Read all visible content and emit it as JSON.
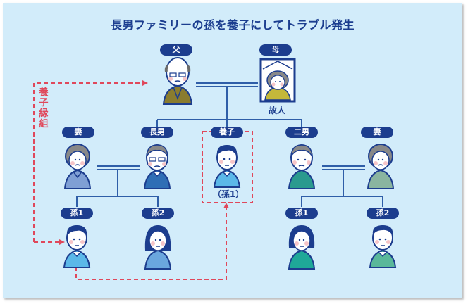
{
  "title": "長男ファミリーの孫を養子にしてトラブル発生",
  "annotation": {
    "adoption_label": "養子縁組"
  },
  "colors": {
    "background": "#d2ecfa",
    "navy": "#1c3d8e",
    "adoption_red": "#e0485b",
    "line": "#2f5ea8"
  },
  "people": {
    "father": {
      "role": "父",
      "icon": "elderly-man-icon"
    },
    "mother": {
      "role": "母",
      "note": "故人",
      "icon": "memorial-portrait-icon"
    },
    "eldest_son_wife": {
      "role": "妻",
      "icon": "woman-icon"
    },
    "eldest_son": {
      "role": "長男",
      "icon": "man-with-glasses-icon"
    },
    "adopted_child": {
      "role": "養子",
      "note": "（孫1）",
      "icon": "boy-icon"
    },
    "second_son": {
      "role": "二男",
      "icon": "man-icon"
    },
    "second_son_wife": {
      "role": "妻",
      "icon": "woman-icon"
    },
    "eldest_grandchild1": {
      "role": "孫1",
      "icon": "boy-icon"
    },
    "eldest_grandchild2": {
      "role": "孫2",
      "icon": "girl-icon"
    },
    "second_grandchild1": {
      "role": "孫1",
      "icon": "girl-icon"
    },
    "second_grandchild2": {
      "role": "孫2",
      "icon": "boy-icon"
    }
  }
}
